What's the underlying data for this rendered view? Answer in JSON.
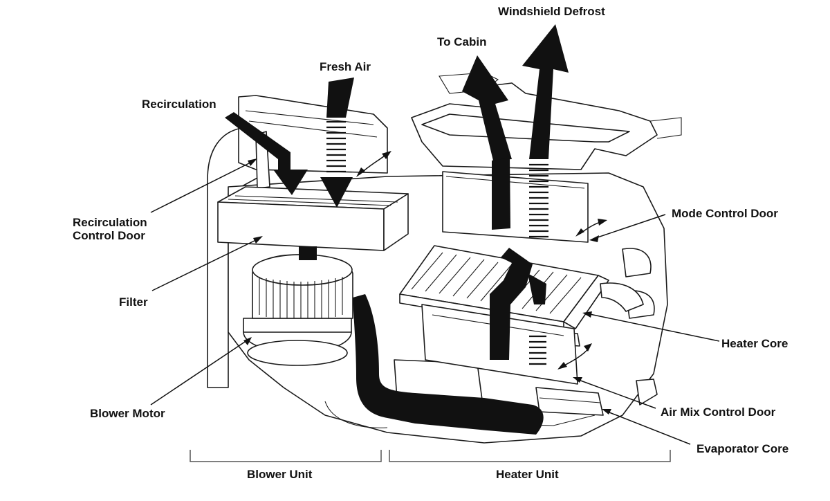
{
  "labels": {
    "windshield_defrost": "Windshield Defrost",
    "to_cabin": "To Cabin",
    "fresh_air": "Fresh Air",
    "recirculation": "Recirculation",
    "recirculation_control_door_line1": "Recirculation",
    "recirculation_control_door_line2": "Control Door",
    "filter": "Filter",
    "blower_motor": "Blower Motor",
    "mode_control_door": "Mode Control Door",
    "heater_core": "Heater Core",
    "air_mix_control_door": "Air Mix Control Door",
    "evaporator_core": "Evaporator Core",
    "blower_unit": "Blower Unit",
    "heater_unit": "Heater Unit"
  },
  "colors": {
    "ink": "#111111",
    "outline": "#1a1a1a",
    "bracket": "#555555",
    "background": "#ffffff"
  }
}
